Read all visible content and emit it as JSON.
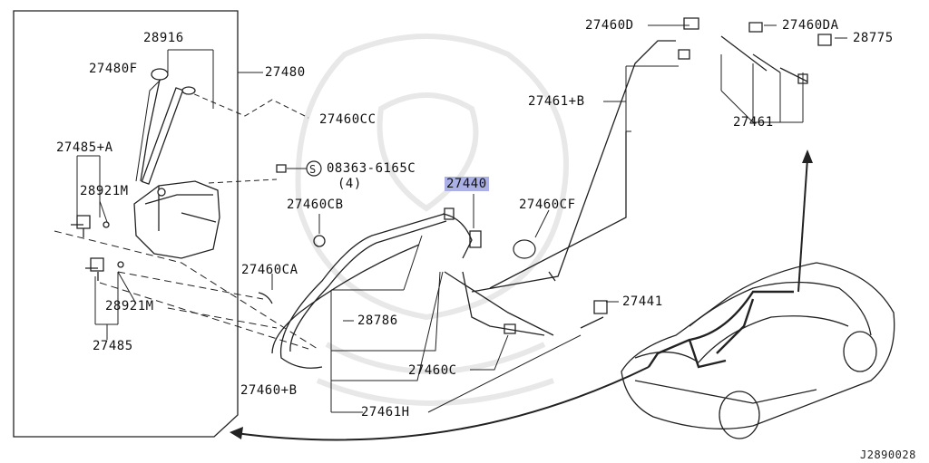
{
  "diagram": {
    "code": "J2890028",
    "highlight_color": "#aab0e6",
    "parts": {
      "p28916": "28916",
      "p27480F": "27480F",
      "p27480": "27480",
      "p27460CC": "27460CC",
      "p27485A": "27485+A",
      "p28921M_top": "28921M",
      "p28921M_bottom": "28921M",
      "p27485": "27485",
      "p08363": "08363-6165C",
      "p08363_qty": "(4)",
      "p27460CB": "27460CB",
      "p27440": "27440",
      "p27460CF": "27460CF",
      "p27460CA": "27460CA",
      "p28786": "28786",
      "p27460C": "27460C",
      "p27460B": "27460+B",
      "p27461H": "27461H",
      "p27441": "27441",
      "p27460D": "27460D",
      "p27460DA": "27460DA",
      "p28775": "28775",
      "p27461B": "27461+B",
      "p27461": "27461"
    }
  }
}
